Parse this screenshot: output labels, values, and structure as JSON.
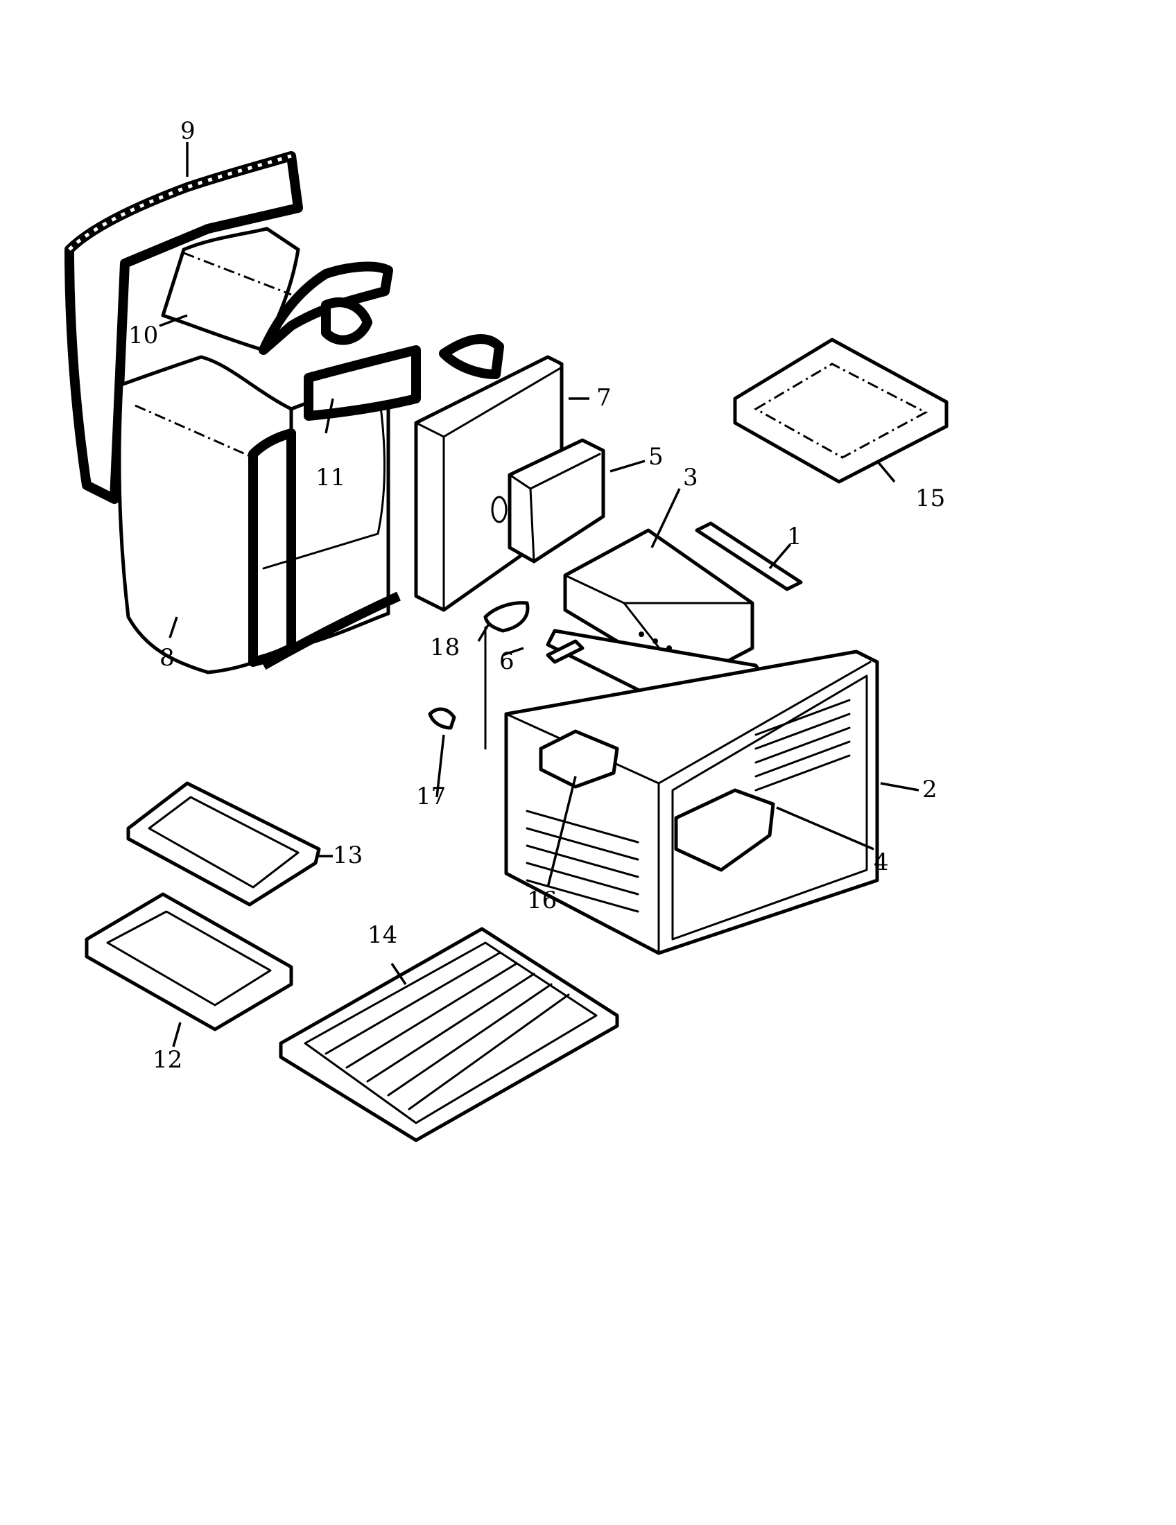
{
  "diagram": {
    "callouts": {
      "c1": "1",
      "c2": "2",
      "c3": "3",
      "c4": "4",
      "c5": "5",
      "c6": "6",
      "c7": "7",
      "c8": "8",
      "c9": "9",
      "c10": "10",
      "c11": "11",
      "c12": "12",
      "c13": "13",
      "c14": "14",
      "c15": "15",
      "c16": "16",
      "c17": "17",
      "c18": "18"
    }
  }
}
